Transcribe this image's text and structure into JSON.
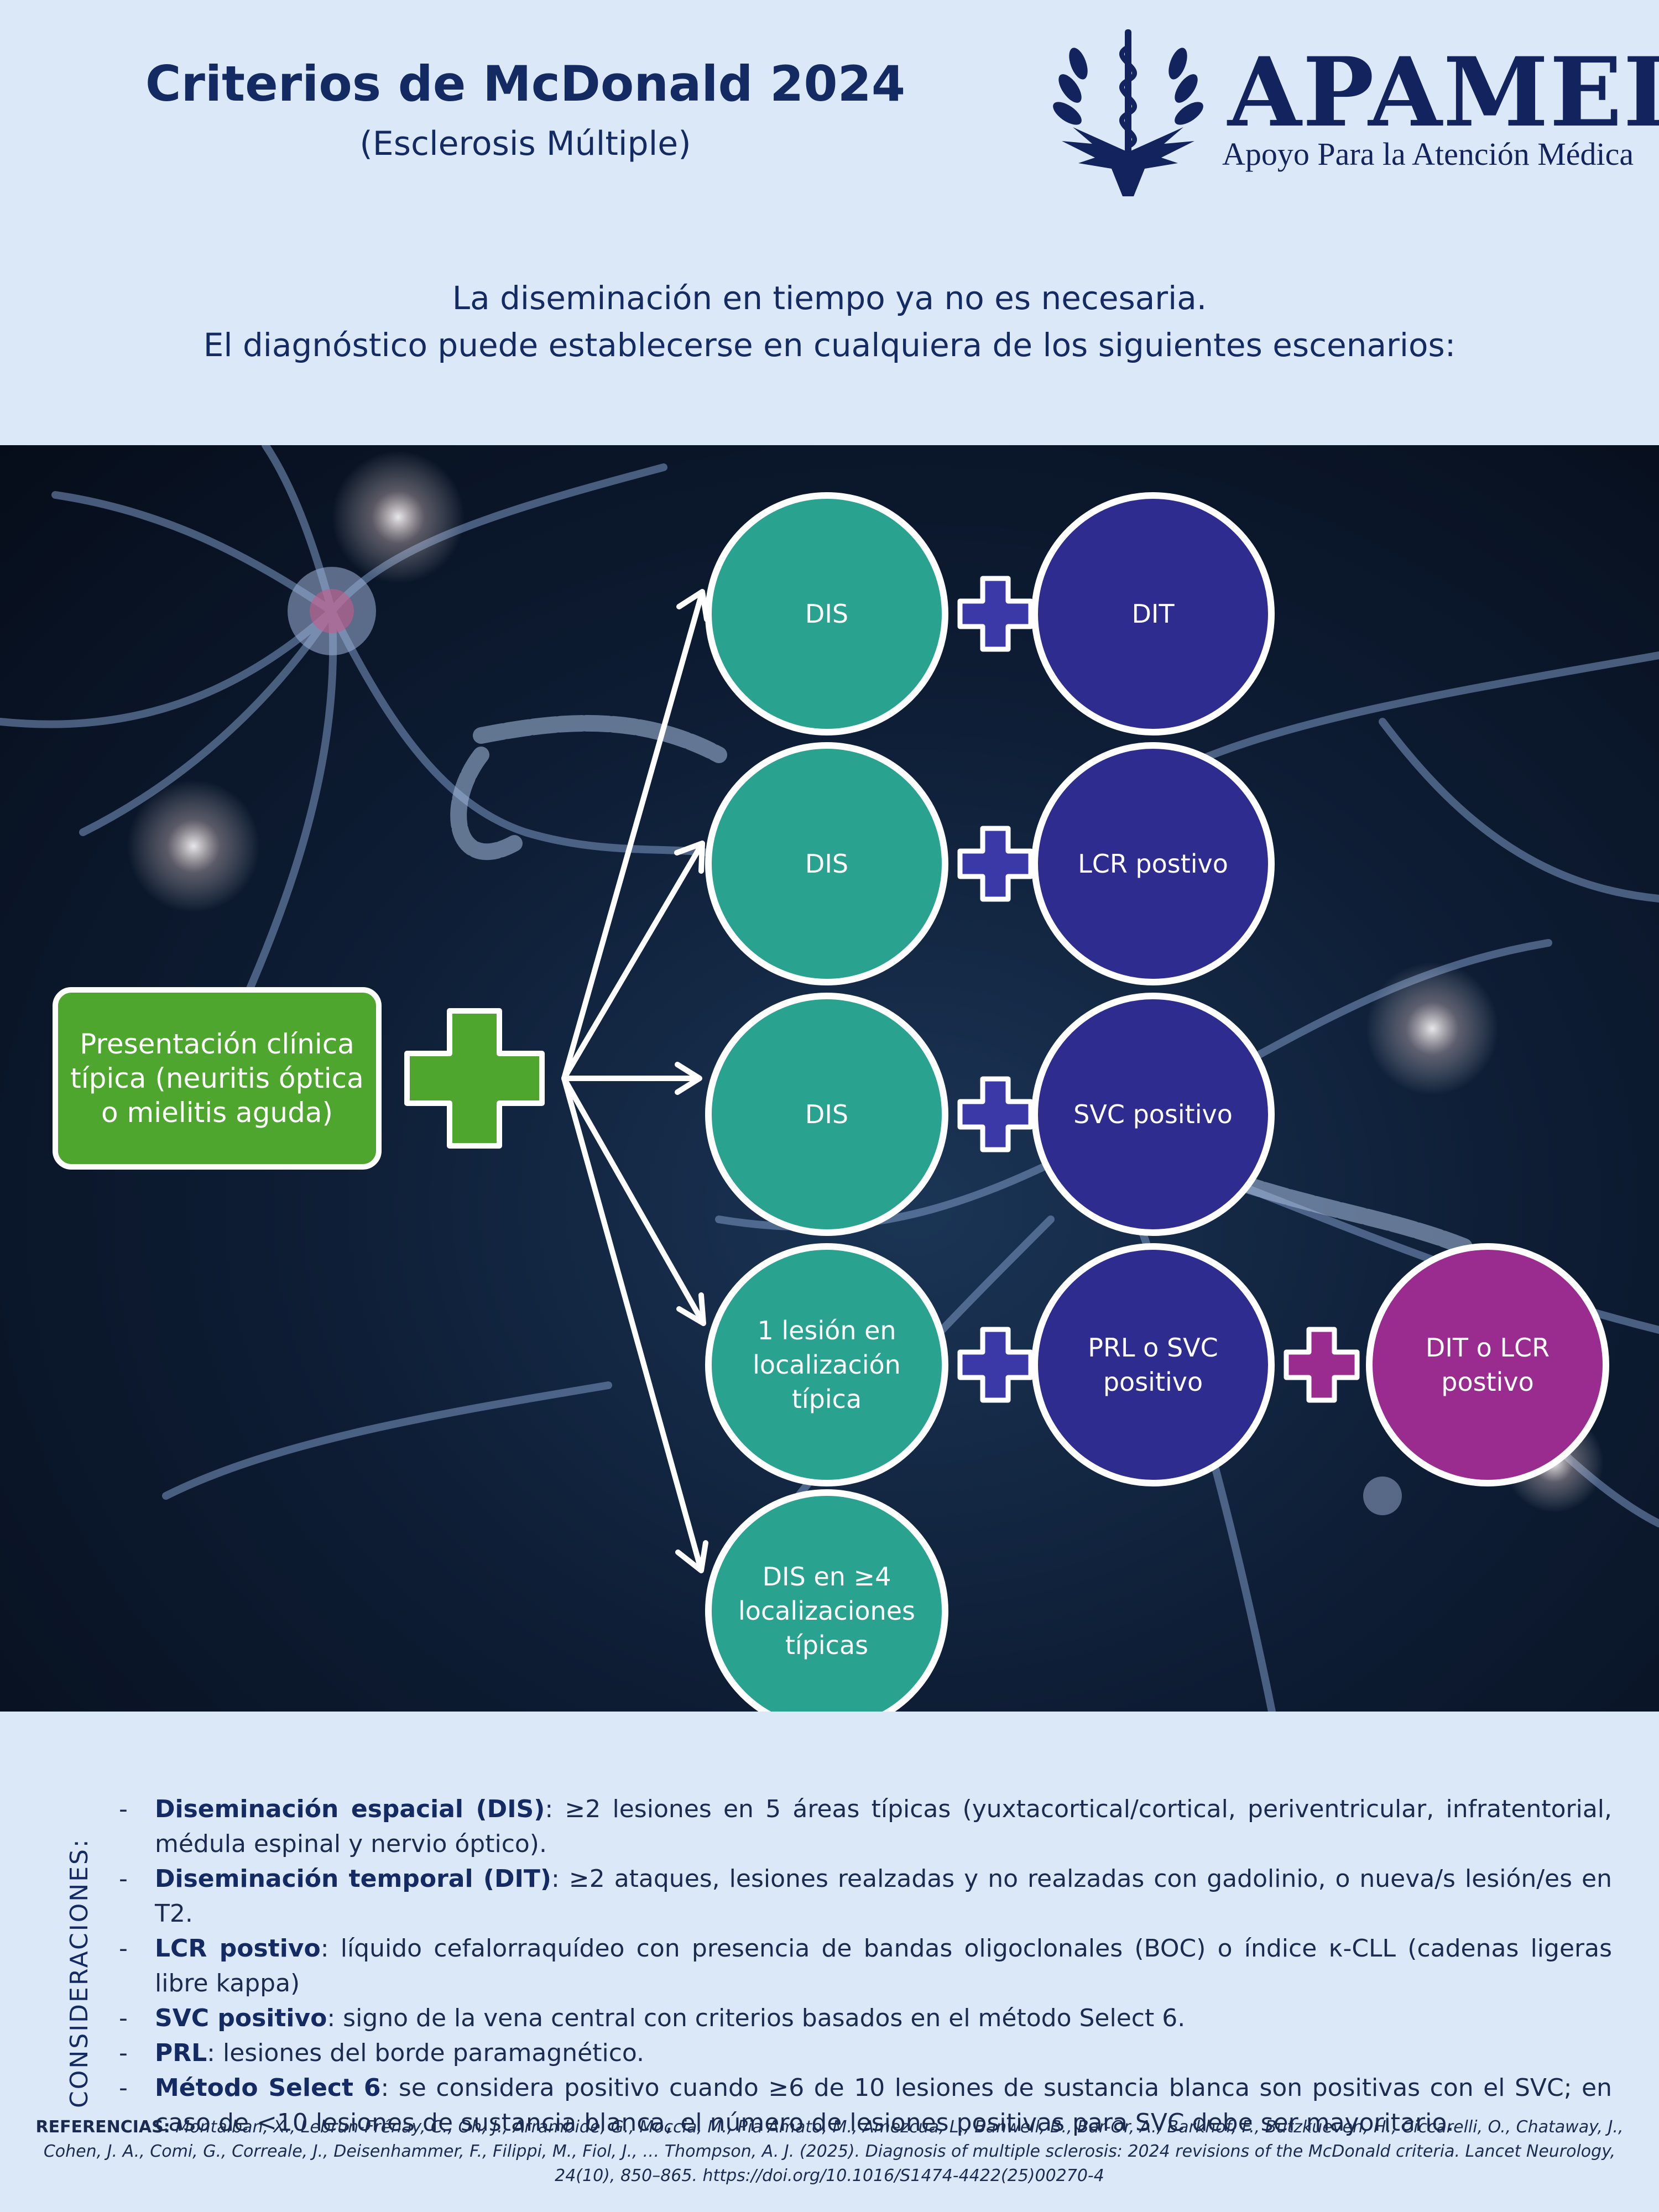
{
  "header": {
    "title": "Criterios de McDonald 2024",
    "subtitle": "(Esclerosis Múltiple)",
    "logo_name": "APAMED",
    "logo_tagline": "Apoyo Para la Atención Médica"
  },
  "intro": {
    "line1": "La diseminación en tiempo ya no es necesaria.",
    "line2": "El diagnóstico puede establecerse en cualquiera de los siguientes escenarios:"
  },
  "flow": {
    "start": "Presentación clínica típica (neuritis óptica o mielitis aguda)",
    "rows": [
      {
        "first": "DIS",
        "second": "DIT",
        "third": ""
      },
      {
        "first": "DIS",
        "second": "LCR postivo",
        "third": ""
      },
      {
        "first": "DIS",
        "second": "SVC positivo",
        "third": ""
      },
      {
        "first": "1 lesión en localización típica",
        "second": "PRL o SVC positivo",
        "third": "DIT o LCR postivo"
      },
      {
        "first": "DIS en ≥4 localizaciones típicas",
        "second": "",
        "third": ""
      }
    ]
  },
  "colors": {
    "start_box": "#4ea62e",
    "teal": "#2aa290",
    "indigo": "#2e2d8f",
    "magenta": "#9b2c8f",
    "plus_green": "#4ea62e",
    "plus_indigo": "#3b38a8",
    "plus_magenta": "#9b2c8f",
    "navy_text": "#142a63"
  },
  "considerations": {
    "label": "CONSIDERACIONES:",
    "items": [
      {
        "term": "Diseminación espacial (DIS)",
        "desc": ": ≥2 lesiones en 5 áreas típicas (yuxtacortical/cortical, periventricular, infratentorial, médula espinal y nervio óptico)."
      },
      {
        "term": "Diseminación temporal (DIT)",
        "desc": ": ≥2 ataques, lesiones realzadas y no realzadas con gadolinio, o nueva/s lesión/es en T2."
      },
      {
        "term": "LCR postivo",
        "desc": ": líquido cefalorraquídeo con presencia de bandas oligoclonales (BOC) o índice κ-CLL (cadenas ligeras libre kappa)"
      },
      {
        "term": "SVC positivo",
        "desc": ": signo de la vena central con criterios basados en el método Select 6."
      },
      {
        "term": "PRL",
        "desc": ": lesiones del borde paramagnético."
      },
      {
        "term": "Método Select 6",
        "desc": ": se considera positivo cuando ≥6 de 10 lesiones de sustancia blanca son positivas con el SVC; en caso de <10 lesiones de sustancia blanca, el número de lesiones positivas para SVC debe ser mayoritario."
      }
    ]
  },
  "references": {
    "label": "REFERENCIAS:",
    "text": " Montalban, X., Lebrun-Frénay, C., Oh, J., Arrambide, G., Moccia, M., Pia Amato, M., Amezcua, L., Banwell, B., Bar-Or, A., Barkhof, F., Butzkueven, H., Ciccarelli, O., Chataway, J., Cohen, J. A., Comi, G., Correale, J., Deisenhammer, F., Filippi, M., Fiol, J., … Thompson, A. J. (2025). Diagnosis of multiple sclerosis: 2024 revisions of the McDonald criteria. Lancet Neurology, 24(10), 850–865. https://doi.org/10.1016/S1474-4422(25)00270-4"
  }
}
